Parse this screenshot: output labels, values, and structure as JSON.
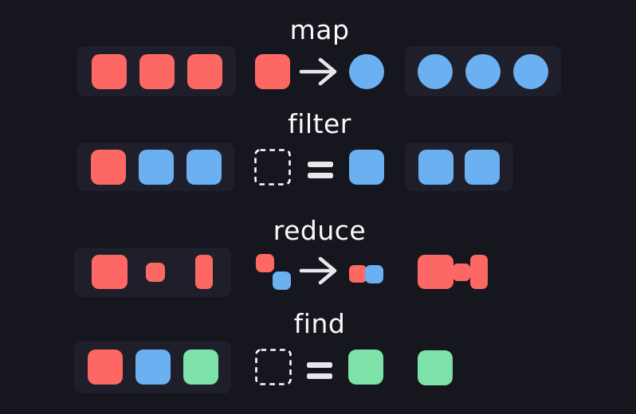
{
  "diagram": {
    "title": "array methods illustration",
    "rows": [
      {
        "label": "map",
        "input_shapes": [
          "red-square",
          "red-square",
          "red-square"
        ],
        "operation": {
          "from": "red-square",
          "operator": "arrow",
          "to": "blue-circle"
        },
        "output_shapes": [
          "blue-circle",
          "blue-circle",
          "blue-circle"
        ]
      },
      {
        "label": "filter",
        "input_shapes": [
          "red-square",
          "blue-square",
          "blue-square"
        ],
        "operation": {
          "from": "empty-dashed-square",
          "operator": "equals",
          "to": "blue-square"
        },
        "output_shapes": [
          "blue-square",
          "blue-square"
        ]
      },
      {
        "label": "reduce",
        "input_shapes": [
          "large-red-square",
          "small-red-square",
          "tall-red-rect"
        ],
        "operation": {
          "from": "small-red-square-over-small-blue-square",
          "operator": "arrow",
          "to": "merged-red-blue-pair"
        },
        "output_shapes": [
          "merged-red-composite"
        ]
      },
      {
        "label": "find",
        "input_shapes": [
          "red-square",
          "blue-square",
          "green-square"
        ],
        "operation": {
          "from": "empty-dashed-square",
          "operator": "equals",
          "to": "green-square"
        },
        "output_shapes": [
          "green-square"
        ]
      }
    ]
  },
  "colors": {
    "background": "#16161f",
    "panel": "#1f1f2b",
    "red": "#fd6864",
    "blue": "#6bb1f1",
    "green": "#7ce2a7",
    "text": "#fafafa",
    "operator": "#e7e7ec",
    "dashed": "#ffffff"
  }
}
